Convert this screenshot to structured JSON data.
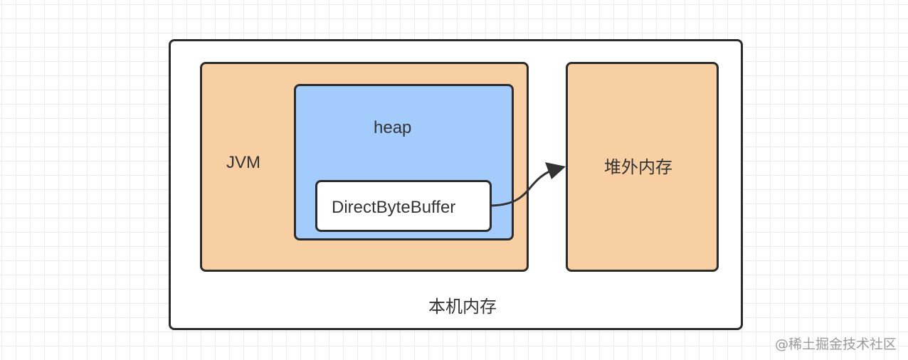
{
  "diagram": {
    "native_memory_label": "本机内存",
    "jvm_label": "JVM",
    "heap_label": "heap",
    "direct_buffer_label": "DirectByteBuffer",
    "off_heap_label": "堆外内存",
    "edge": {
      "from": "DirectByteBuffer",
      "to": "堆外内存"
    }
  },
  "colors": {
    "container_fill": "#f7cfa3",
    "heap_fill": "#a3cbfb",
    "border": "#2b2b2b",
    "text": "#333333",
    "grid": "#ebebeb"
  },
  "watermark": "@稀土掘金技术社区"
}
